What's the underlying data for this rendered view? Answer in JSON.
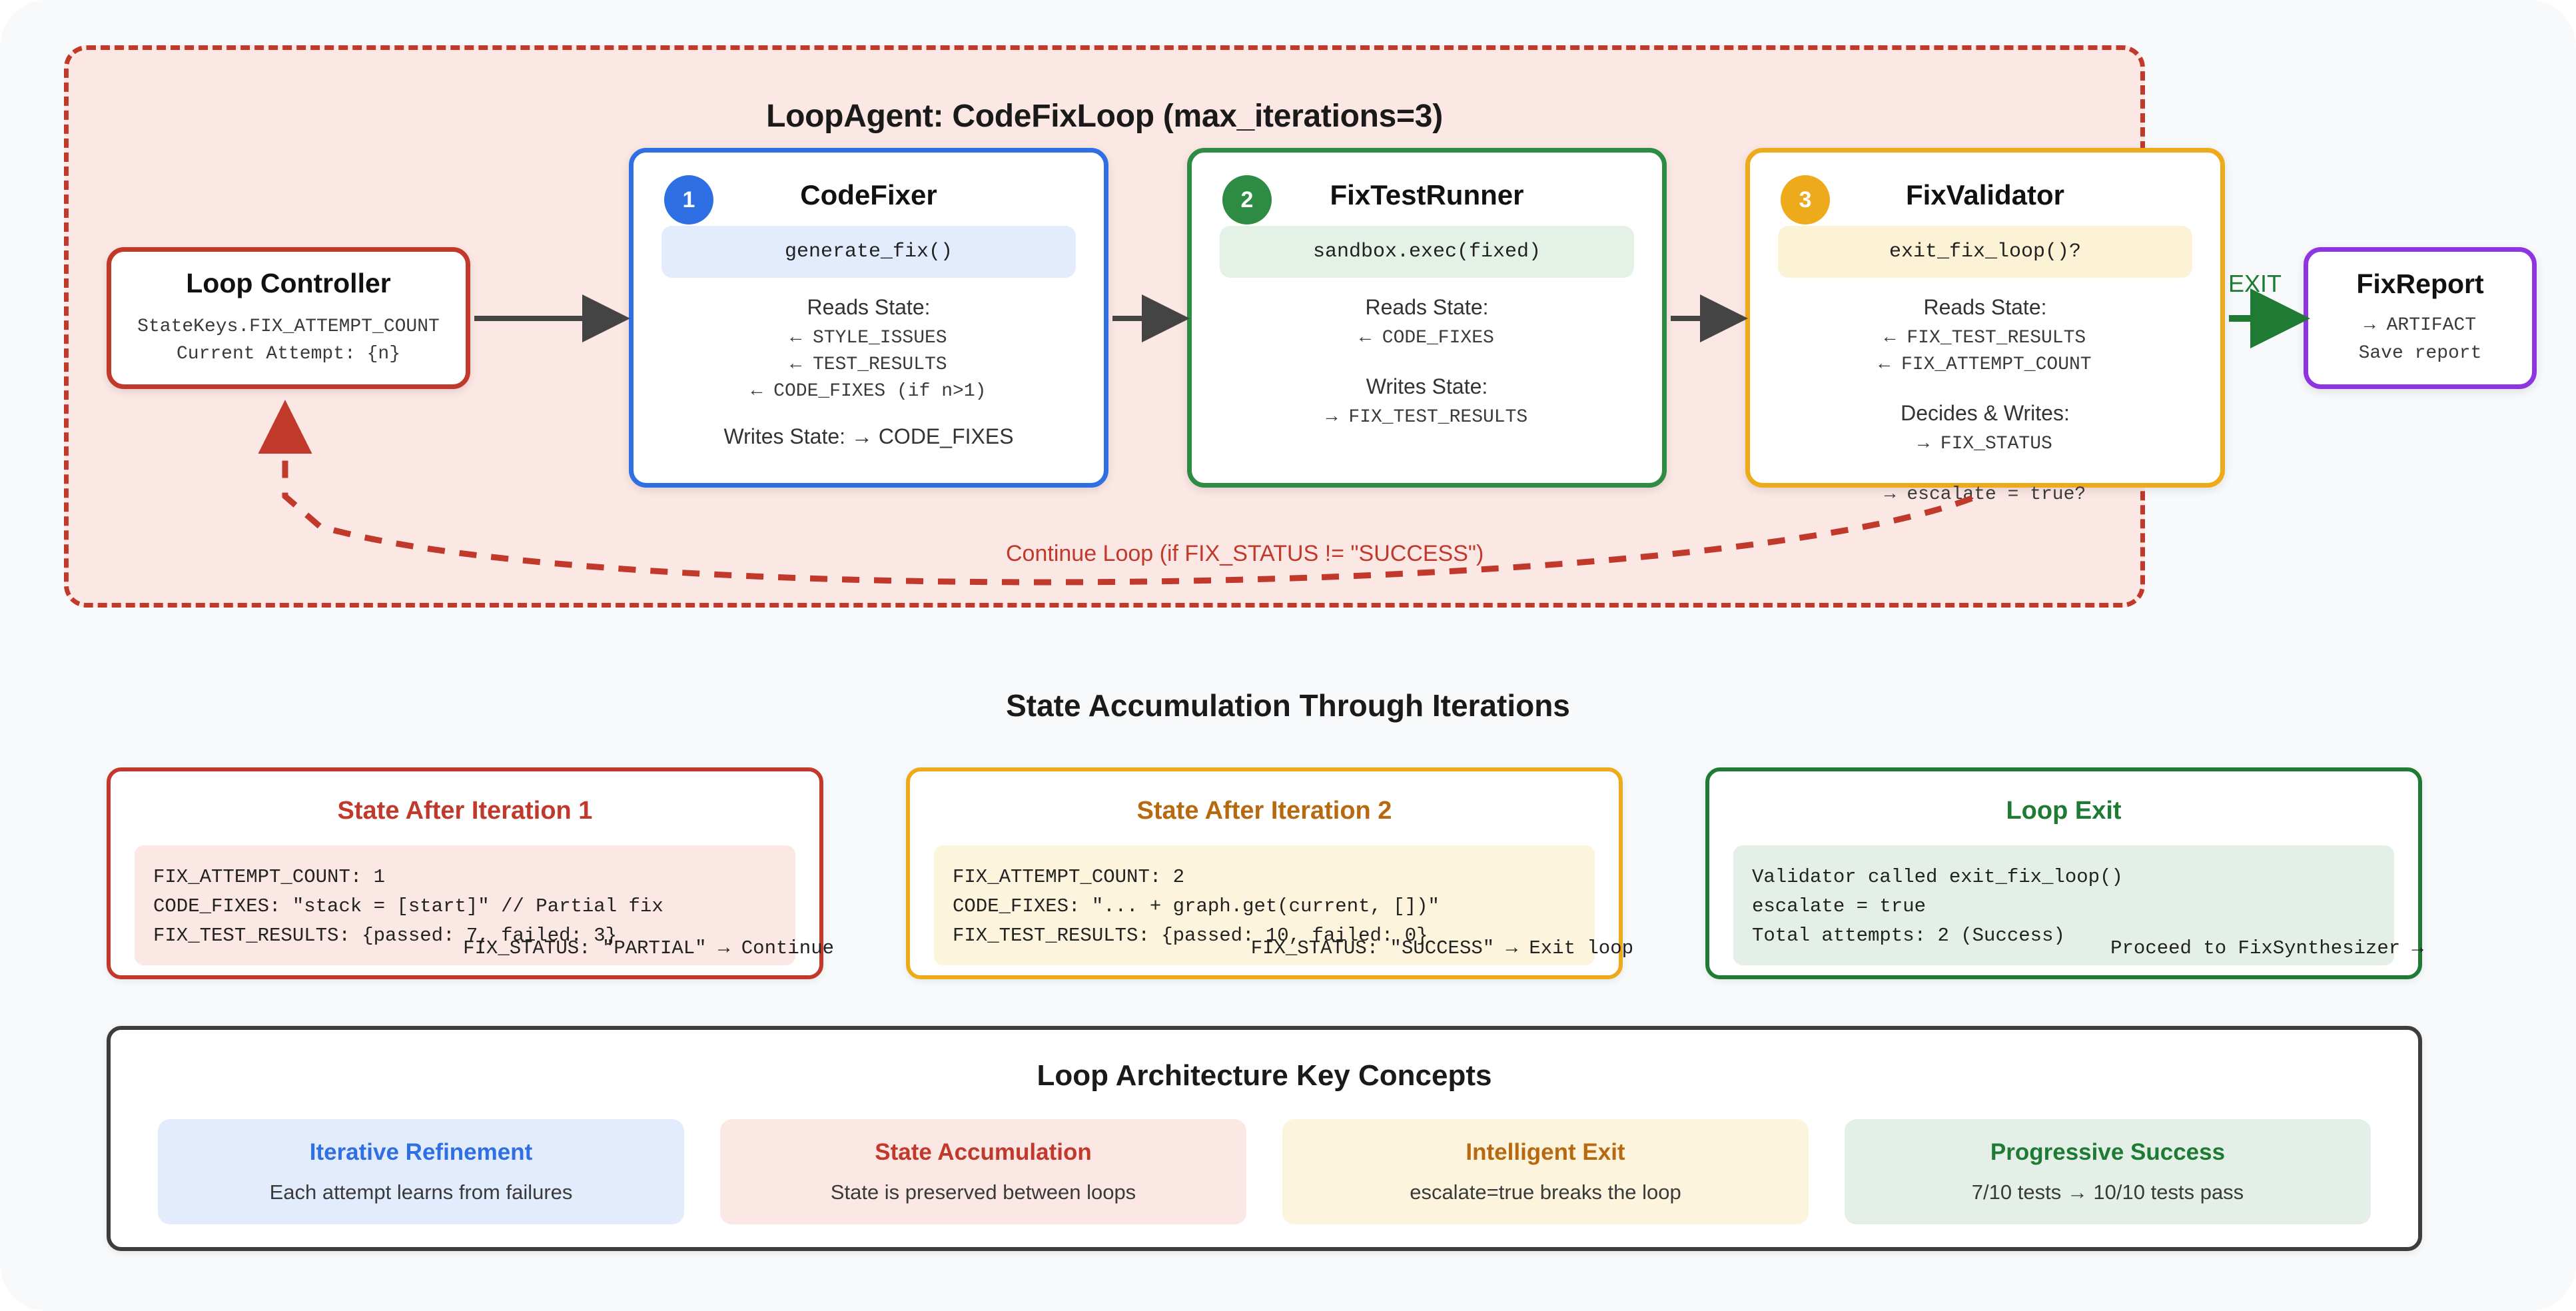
{
  "loop": {
    "title": "LoopAgent: CodeFixLoop (max_iterations=3)",
    "controller": {
      "title": "Loop Controller",
      "line1": "StateKeys.FIX_ATTEMPT_COUNT",
      "line2": "Current Attempt: {n}"
    },
    "agents": [
      {
        "badge": "1",
        "name": "CodeFixer",
        "action": "generate_fix()",
        "reads_label": "Reads State:",
        "reads": [
          "← STYLE_ISSUES",
          "← TEST_RESULTS",
          "← CODE_FIXES (if n>1)"
        ],
        "writes_inline": "Writes State: → CODE_FIXES"
      },
      {
        "badge": "2",
        "name": "FixTestRunner",
        "action": "sandbox.exec(fixed)",
        "reads_label": "Reads State:",
        "reads": [
          "← CODE_FIXES"
        ],
        "writes_label": "Writes State:",
        "writes": [
          "→ FIX_TEST_RESULTS"
        ]
      },
      {
        "badge": "3",
        "name": "FixValidator",
        "action": "exit_fix_loop()?",
        "reads_label": "Reads State:",
        "reads": [
          "← FIX_TEST_RESULTS",
          "← FIX_ATTEMPT_COUNT"
        ],
        "writes_label": "Decides & Writes:",
        "writes": [
          "→ FIX_STATUS"
        ],
        "overflow": "→ escalate = true?"
      }
    ],
    "exit_label": "EXIT",
    "continue_label": "Continue Loop (if FIX_STATUS != \"SUCCESS\")",
    "report": {
      "title": "FixReport",
      "line1": "→ ARTIFACT",
      "line2": "Save report"
    }
  },
  "state_section": {
    "heading": "State Accumulation Through Iterations",
    "cards": [
      {
        "title": "State After Iteration 1",
        "lines": [
          "FIX_ATTEMPT_COUNT: 1",
          "CODE_FIXES: \"stack = [start]\" // Partial fix",
          "FIX_TEST_RESULTS: {passed: 7, failed: 3}"
        ],
        "footer": "FIX_STATUS: \"PARTIAL\" → Continue"
      },
      {
        "title": "State After Iteration 2",
        "lines": [
          "FIX_ATTEMPT_COUNT: 2",
          "CODE_FIXES: \"... + graph.get(current, [])\"",
          "FIX_TEST_RESULTS: {passed: 10, failed: 0}"
        ],
        "footer": "FIX_STATUS: \"SUCCESS\" → Exit loop"
      },
      {
        "title": "Loop Exit",
        "lines": [
          "Validator called exit_fix_loop()",
          "escalate = true",
          "Total attempts: 2 (Success)"
        ],
        "footer": "Proceed to FixSynthesizer →"
      }
    ]
  },
  "concepts": {
    "heading": "Loop Architecture Key Concepts",
    "items": [
      {
        "title": "Iterative Refinement",
        "desc": "Each attempt learns from failures"
      },
      {
        "title": "State Accumulation",
        "desc": "State is preserved between loops"
      },
      {
        "title": "Intelligent Exit",
        "desc": "escalate=true breaks the loop"
      },
      {
        "title": "Progressive Success",
        "desc": "7/10 tests → 10/10 tests pass"
      }
    ]
  },
  "colors": {
    "loop_border": "#c0392b",
    "loop_fill": "#fbe7e3",
    "agent1": "#2f6fe4",
    "agent2": "#2e8b43",
    "agent3": "#edab1c",
    "report": "#8e34e0",
    "exit": "#1f7a33"
  }
}
